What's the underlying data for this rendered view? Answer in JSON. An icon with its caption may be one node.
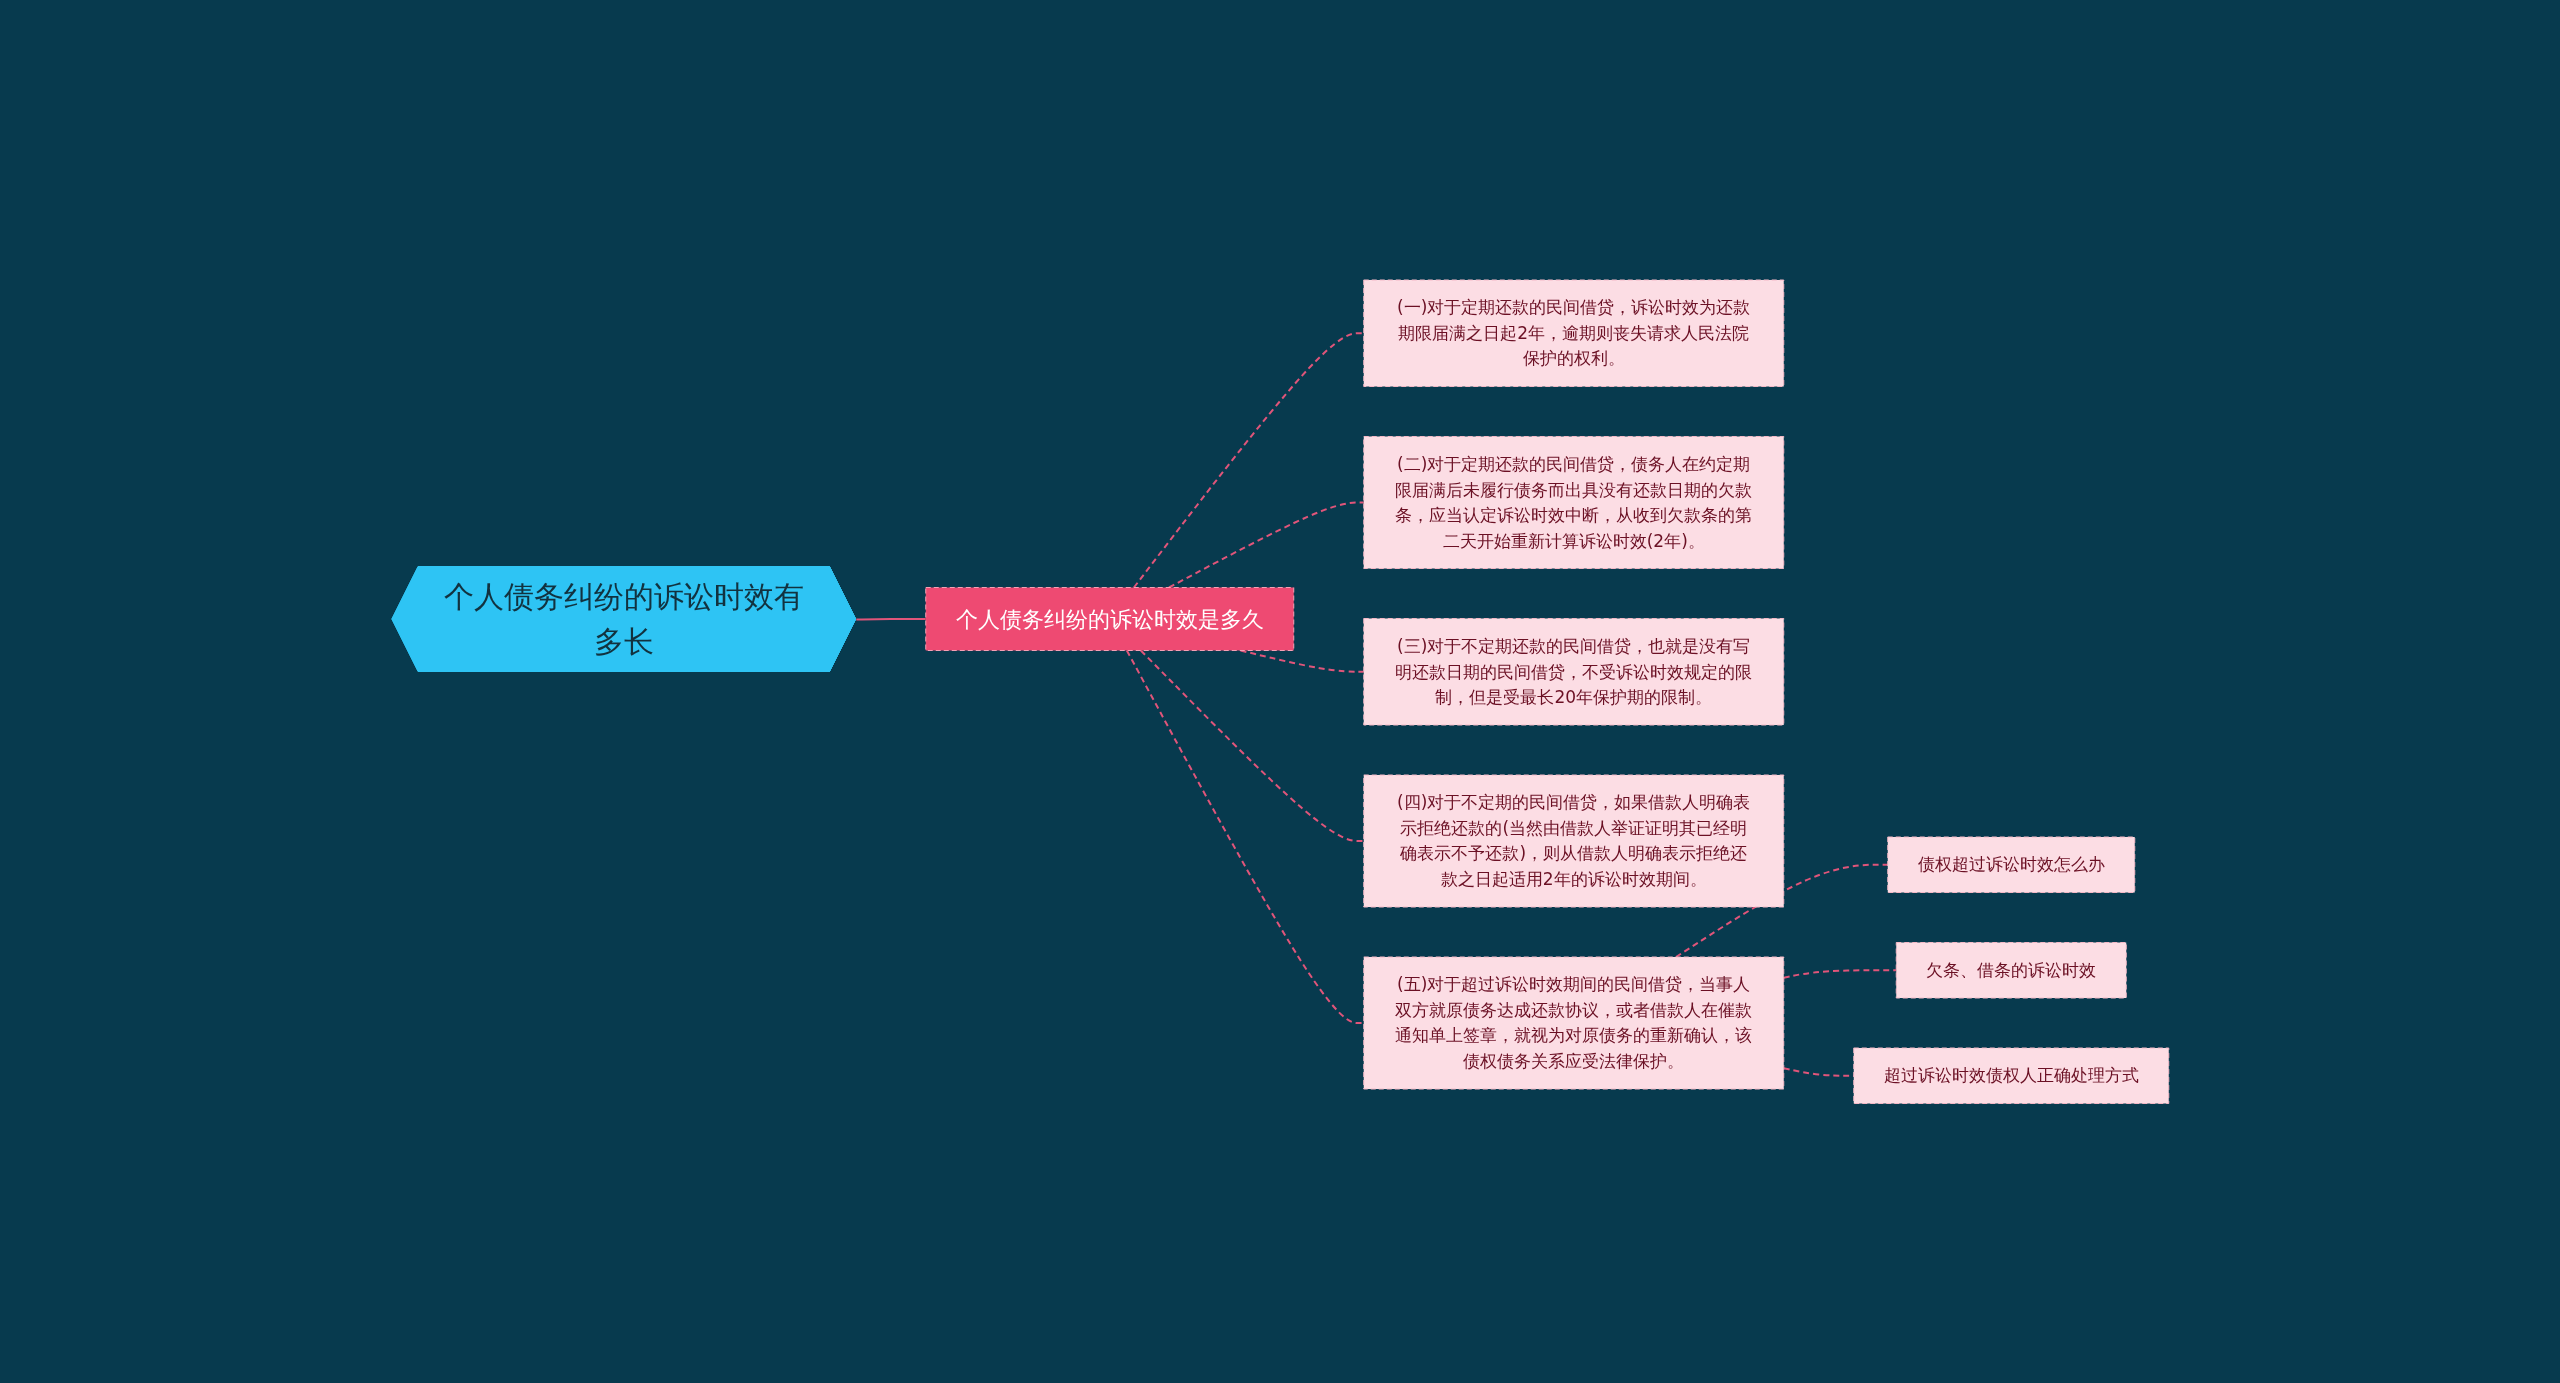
{
  "diagram": {
    "nodes": [
      {
        "text": [
          "个人债务纠纷的诉讼时效有多长"
        ]
      },
      {
        "text": [
          "个人债务纠纷的诉讼时效是多久"
        ]
      },
      {
        "text": [
          "(一)对于定期还款的民间借贷，诉讼时效为还款期限届满之日起2年，逾期则丧失请求人民法院保护的权利。"
        ]
      },
      {
        "text": [
          "(二)对于定期还款的民间借贷，债务人在约定期限届满后未履行债务而出具没有还款日期的欠款条，应当认定诉讼时效中断，从收到欠款条的第二天开始重新计算诉讼时效(2年)。"
        ]
      },
      {
        "text": [
          "(三)对于不定期还款的民间借贷，也就是没有写明还款日期的民间借贷，不受诉讼时效规定的限制，但是受最长20年保护期的限制。"
        ]
      },
      {
        "text": [
          "(四)对于不定期的民间借贷，如果借款人明确表示拒绝还款的(当然由借款人举证证明其已经明确表示不予还款)，则从借款人明确表示拒绝还款之日起适用2年的诉讼时效期间。"
        ]
      },
      {
        "text": [
          "(五)对于超过诉讼时效期间的民间借贷，当事人双方就原债务达成还款协议，或者借款人在催款通知单上签章，就视为对原债务的重新确认，该债权债务关系应受法律保护。"
        ]
      },
      {
        "text": [
          "债权超过诉讼时效怎么办"
        ]
      },
      {
        "text": [
          "欠条、借条的诉讼时效"
        ]
      },
      {
        "text": [
          "超过诉讼时效债权人正确处理方式"
        ]
      }
    ],
    "edges": [
      {
        "from": 0,
        "to": 1,
        "arrow": "none"
      },
      {
        "from": 1,
        "to": 2,
        "arrow": "none",
        "style": "dashed"
      },
      {
        "from": 1,
        "to": 3,
        "arrow": "none",
        "style": "dashed"
      },
      {
        "from": 1,
        "to": 4,
        "arrow": "none",
        "style": "dashed"
      },
      {
        "from": 1,
        "to": 5,
        "arrow": "none",
        "style": "dashed"
      },
      {
        "from": 1,
        "to": 6,
        "arrow": "none",
        "style": "dashed"
      },
      {
        "from": 6,
        "to": 7,
        "arrow": "none",
        "style": "dashed"
      },
      {
        "from": 6,
        "to": 8,
        "arrow": "none",
        "style": "dashed"
      },
      {
        "from": 6,
        "to": 9,
        "arrow": "none",
        "style": "dashed"
      }
    ]
  }
}
